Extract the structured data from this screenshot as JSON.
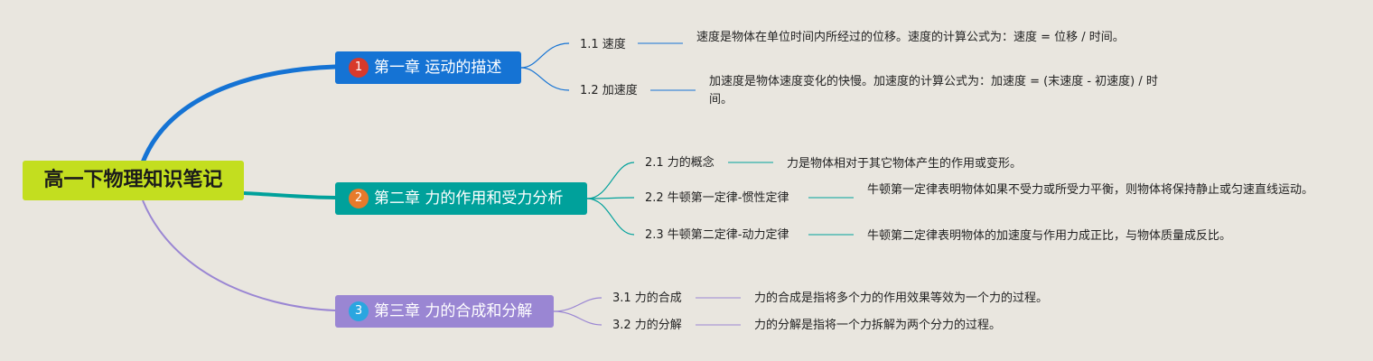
{
  "root": {
    "title": "高一下物理知识笔记"
  },
  "chapters": [
    {
      "badge": "1",
      "title": "第一章 运动的描述",
      "color": "#1573d4",
      "badge_color": "#d83a2b",
      "topics": [
        {
          "label": "1.1 速度",
          "desc": "速度是物体在单位时间内所经过的位移。速度的计算公式为：速度 = 位移 / 时间。"
        },
        {
          "label": "1.2 加速度",
          "desc": "加速度是物体速度变化的快慢。加速度的计算公式为：加速度 = (末速度 - 初速度) / 时间。"
        }
      ]
    },
    {
      "badge": "2",
      "title": "第二章 力的作用和受力分析",
      "color": "#00a19b",
      "badge_color": "#e77a2b",
      "topics": [
        {
          "label": "2.1 力的概念",
          "desc": "力是物体相对于其它物体产生的作用或变形。"
        },
        {
          "label": "2.2 牛顿第一定律-惯性定律",
          "desc": "牛顿第一定律表明物体如果不受力或所受力平衡，则物体将保持静止或匀速直线运动。"
        },
        {
          "label": "2.3 牛顿第二定律-动力定律",
          "desc": "牛顿第二定律表明物体的加速度与作用力成正比，与物体质量成反比。"
        }
      ]
    },
    {
      "badge": "3",
      "title": "第三章 力的合成和分解",
      "color": "#9a86d3",
      "badge_color": "#2aa6e0",
      "topics": [
        {
          "label": "3.1 力的合成",
          "desc": "力的合成是指将多个力的作用效果等效为一个力的过程。"
        },
        {
          "label": "3.2 力的分解",
          "desc": "力的分解是指将一个力拆解为两个分力的过程。"
        }
      ]
    }
  ]
}
